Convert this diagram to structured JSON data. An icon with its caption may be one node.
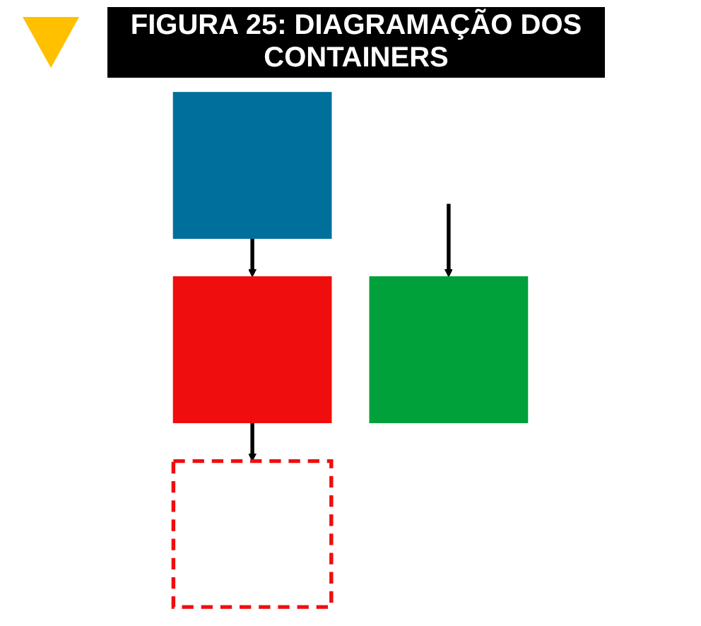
{
  "diagram": {
    "title": "FIGURA 25: DIAGRAMAÇÃO DOS CONTAINERS",
    "nodes": [
      {
        "text": [],
        "shape": "box"
      },
      {
        "text": [],
        "shape": "box"
      },
      {
        "text": [],
        "shape": "box"
      },
      {
        "text": [],
        "shape": "box"
      }
    ],
    "edges": [
      {
        "from": 0,
        "to": 1,
        "arrow": "to"
      },
      {
        "from": 1,
        "to": 2,
        "arrow": "to"
      },
      {
        "from": null,
        "to": 3,
        "arrow": "to"
      }
    ]
  }
}
